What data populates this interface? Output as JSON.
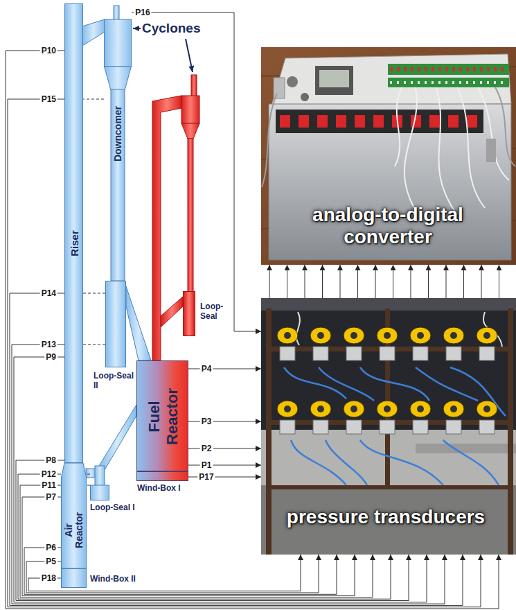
{
  "diagram": {
    "nodes": [
      {
        "text": [
          "Riser"
        ]
      },
      {
        "text": [
          "Downcomer"
        ]
      },
      {
        "text": [
          "Loop-Seal"
        ]
      },
      {
        "text": [
          "Loop-Seal II"
        ]
      },
      {
        "text": [
          "Fuel Reactor"
        ]
      },
      {
        "text": [
          "Wind-Box I"
        ]
      },
      {
        "text": [
          "Loop-Seal I"
        ]
      },
      {
        "text": [
          "Air Reactor"
        ]
      },
      {
        "text": [
          "Wind-Box II"
        ]
      },
      {
        "text": [
          "analog-to-digital converter"
        ]
      },
      {
        "text": [
          "pressure transducers"
        ]
      }
    ],
    "edges": [
      {
        "from": 1,
        "to": 10,
        "label": "P16",
        "arrow": "to"
      },
      {
        "from": 0,
        "to": 10,
        "label": "P10",
        "arrow": "to"
      },
      {
        "from": 1,
        "to": 10,
        "label": "P15",
        "arrow": "to"
      },
      {
        "from": 3,
        "to": 10,
        "label": "P14",
        "arrow": "to"
      },
      {
        "from": 3,
        "to": 10,
        "label": "P13",
        "arrow": "to"
      },
      {
        "from": 0,
        "to": 10,
        "label": "P9",
        "arrow": "to"
      },
      {
        "from": 0,
        "to": 10,
        "label": "P8",
        "arrow": "to"
      },
      {
        "from": 6,
        "to": 10,
        "label": "P12",
        "arrow": "to"
      },
      {
        "from": 6,
        "to": 10,
        "label": "P11",
        "arrow": "to"
      },
      {
        "from": 7,
        "to": 10,
        "label": "P7",
        "arrow": "to"
      },
      {
        "from": 7,
        "to": 10,
        "label": "P6",
        "arrow": "to"
      },
      {
        "from": 7,
        "to": 10,
        "label": "P5",
        "arrow": "to"
      },
      {
        "from": 8,
        "to": 10,
        "label": "P18",
        "arrow": "to"
      },
      {
        "from": 4,
        "to": 10,
        "label": "P4",
        "arrow": "to"
      },
      {
        "from": 4,
        "to": 10,
        "label": "P3",
        "arrow": "to"
      },
      {
        "from": 4,
        "to": 10,
        "label": "P2",
        "arrow": "to"
      },
      {
        "from": 4,
        "to": 10,
        "label": "P1",
        "arrow": "to"
      },
      {
        "from": 5,
        "to": 10,
        "label": "P17",
        "arrow": "to"
      },
      {
        "from": 10,
        "to": 9,
        "arrow": "to"
      },
      {
        "from": 10,
        "to": 9,
        "arrow": "to"
      },
      {
        "from": 10,
        "to": 9,
        "arrow": "to"
      },
      {
        "from": 10,
        "to": 9,
        "arrow": "to"
      },
      {
        "from": 10,
        "to": 9,
        "arrow": "to"
      },
      {
        "from": 10,
        "to": 9,
        "arrow": "to"
      },
      {
        "from": 10,
        "to": 9,
        "arrow": "to"
      },
      {
        "from": 10,
        "to": 9,
        "arrow": "to"
      },
      {
        "from": 10,
        "to": 9,
        "arrow": "to"
      },
      {
        "from": 10,
        "to": 9,
        "arrow": "to"
      },
      {
        "from": 10,
        "to": 9,
        "arrow": "to"
      },
      {
        "from": 10,
        "to": 9,
        "arrow": "to"
      },
      {
        "from": 10,
        "to": 9,
        "arrow": "to"
      },
      {
        "from": 10,
        "to": 9,
        "arrow": "to"
      }
    ],
    "labels": [
      "Cyclones"
    ]
  }
}
